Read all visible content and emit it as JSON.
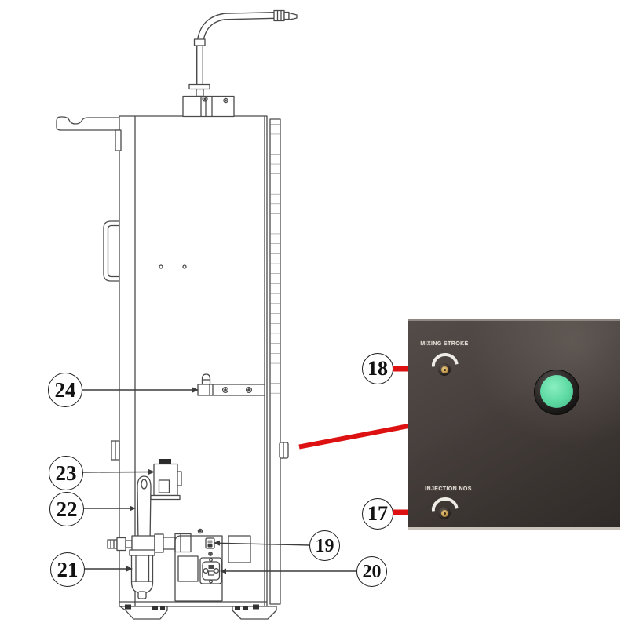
{
  "diagram": {
    "type": "machine-parts-callout-diagram",
    "callouts": {
      "c17": "17",
      "c18": "18",
      "c19": "19",
      "c20": "20",
      "c21": "21",
      "c22": "22",
      "c23": "23",
      "c24": "24"
    },
    "panel": {
      "mixing_stroke_label": "MIXING STROKE",
      "injection_label": "INJECTION NOS"
    },
    "colors": {
      "arrow_red": "#dd1111",
      "button_green": "#5cd9a2",
      "panel_dark": "#3e3834",
      "knob_brass": "#c49a4e",
      "drawing_line": "#4a4a4a"
    }
  }
}
